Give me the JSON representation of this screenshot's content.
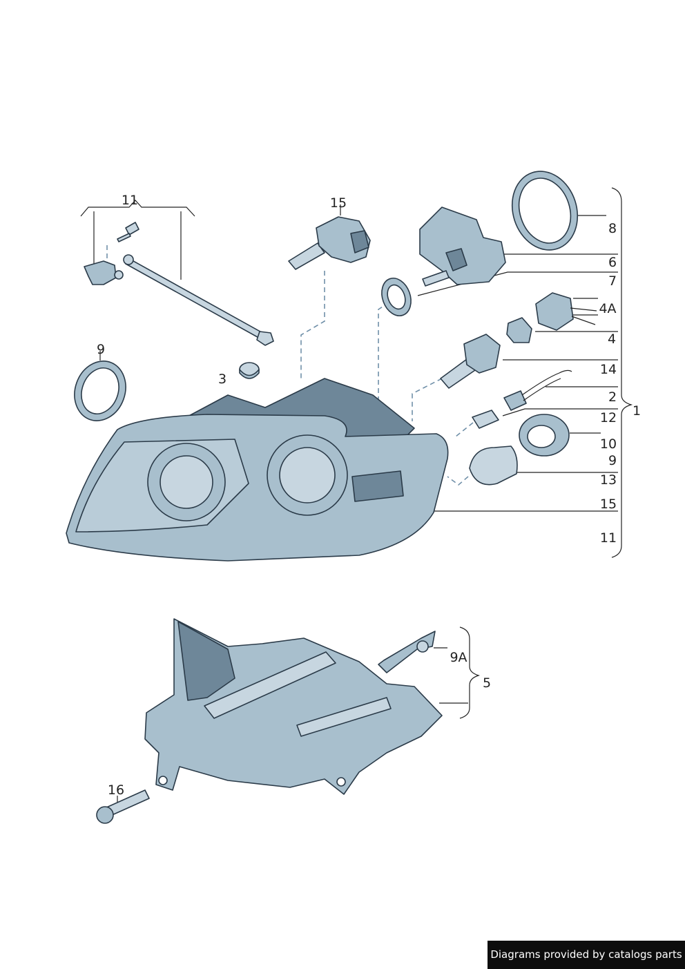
{
  "callouts": [
    {
      "id": "c11-top",
      "text": "11"
    },
    {
      "id": "c15-top",
      "text": "15"
    },
    {
      "id": "c9-left",
      "text": "9"
    },
    {
      "id": "c3",
      "text": "3"
    },
    {
      "id": "c8",
      "text": "8"
    },
    {
      "id": "c6",
      "text": "6"
    },
    {
      "id": "c7",
      "text": "7"
    },
    {
      "id": "c4a",
      "text": "4A"
    },
    {
      "id": "c4",
      "text": "4"
    },
    {
      "id": "c14",
      "text": "14"
    },
    {
      "id": "c2",
      "text": "2"
    },
    {
      "id": "c1",
      "text": "1"
    },
    {
      "id": "c12",
      "text": "12"
    },
    {
      "id": "c10",
      "text": "10"
    },
    {
      "id": "c9-right",
      "text": "9"
    },
    {
      "id": "c13",
      "text": "13"
    },
    {
      "id": "c15-right",
      "text": "15"
    },
    {
      "id": "c11-right",
      "text": "11"
    },
    {
      "id": "c9a",
      "text": "9A"
    },
    {
      "id": "c5",
      "text": "5"
    },
    {
      "id": "c16",
      "text": "16"
    }
  ],
  "credit": "Diagrams provided by catalogs parts"
}
